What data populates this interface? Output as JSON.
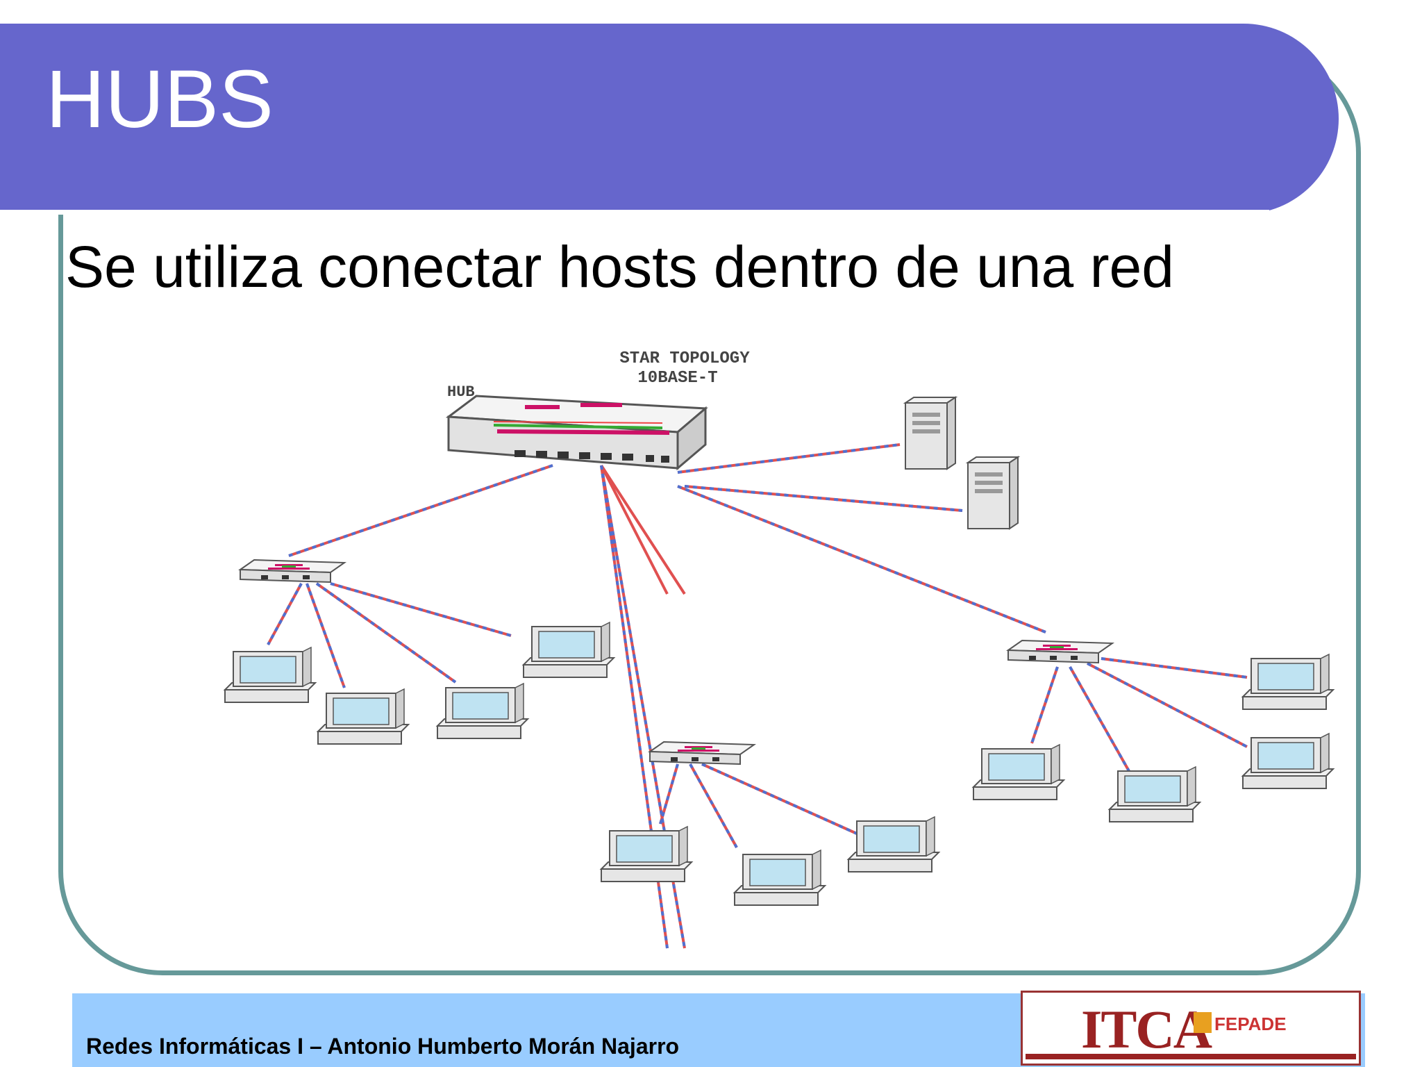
{
  "slide": {
    "title": "HUBS",
    "subtitle": "Se utiliza conectar hosts dentro de una red"
  },
  "diagram": {
    "heading_line1": "STAR TOPOLOGY",
    "heading_line2": "10BASE-T",
    "hub_label": "HUB",
    "colors": {
      "cable_red": "#e05050",
      "cable_blue": "#5070d0",
      "device_magenta": "#cc1166",
      "screen": "#bfe3f2"
    }
  },
  "footer": {
    "text": "Redes Informáticas I – Antonio Humberto Morán Najarro",
    "logo_main": "ITCA",
    "logo_sub": "FEPADE"
  }
}
